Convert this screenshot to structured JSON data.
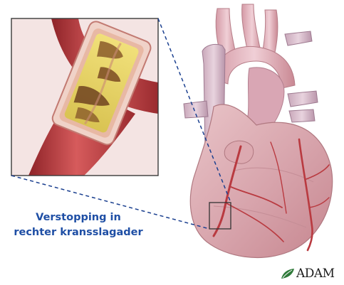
{
  "label": {
    "line1": "Verstopping in",
    "line2": "rechter kransslagader"
  },
  "logo": {
    "text": "ADAM"
  },
  "colors": {
    "label": "#1f4fa5",
    "dashes": "#1a3f8f",
    "artery": "#b53a3c",
    "plaque": "#e8d46a",
    "heart": "#d9aab1",
    "inset_border": "#3a3a3a"
  }
}
